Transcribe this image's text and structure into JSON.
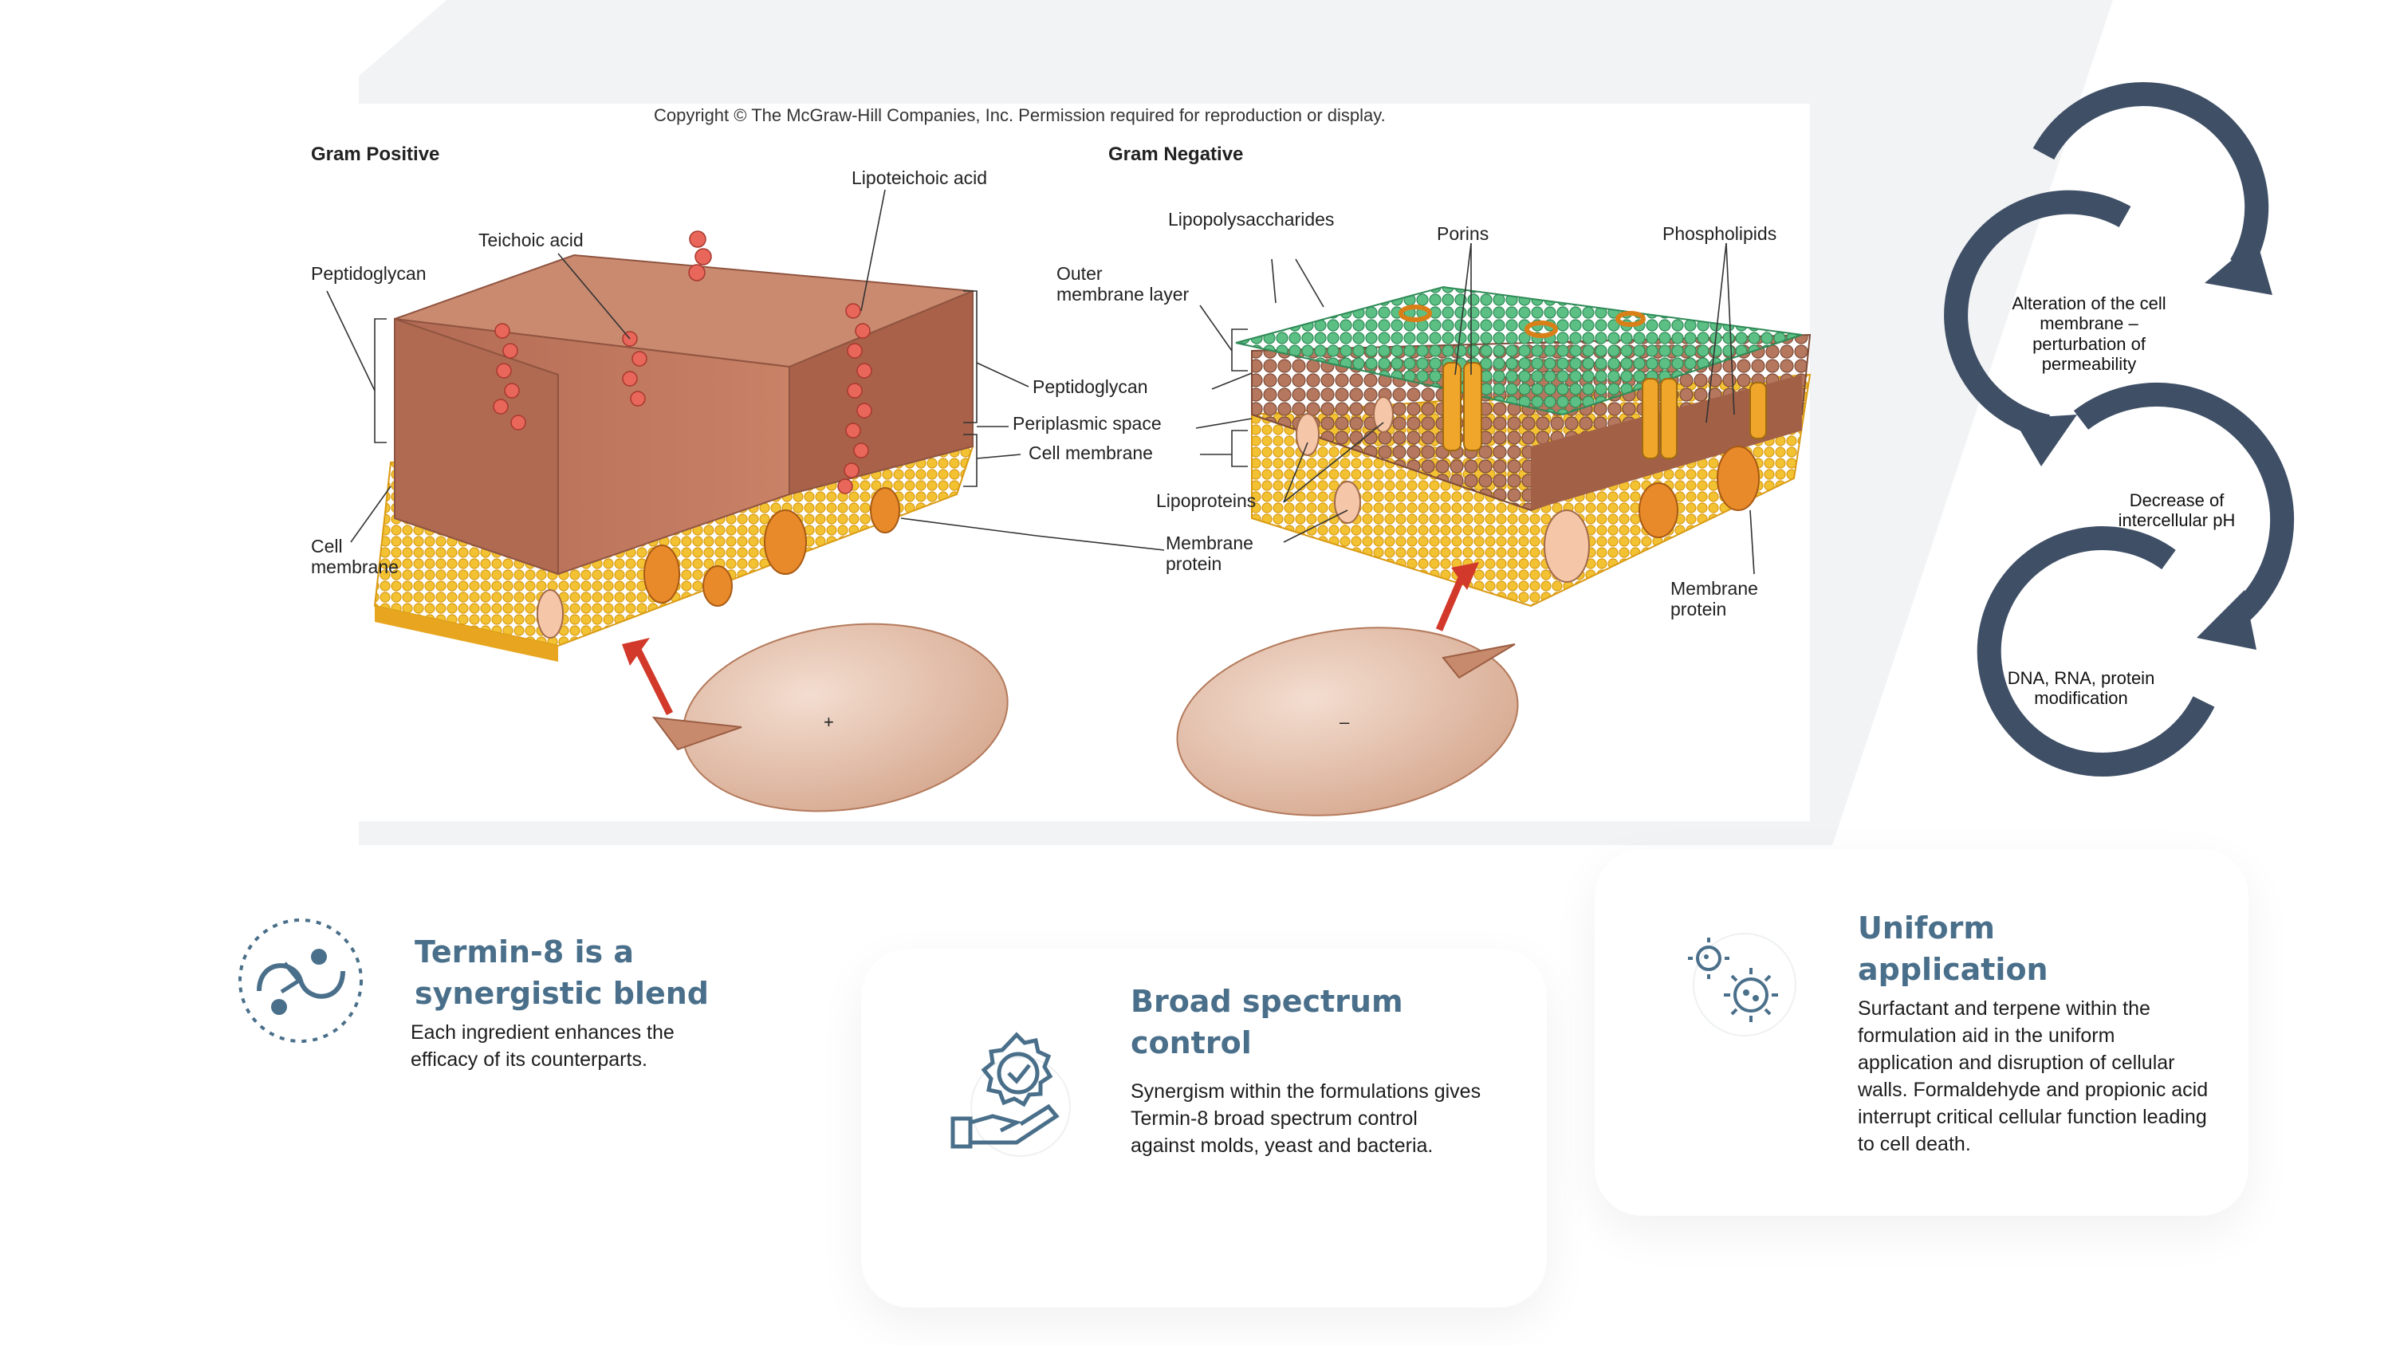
{
  "diagram": {
    "copyright": "Copyright © The McGraw-Hill Companies, Inc. Permission required for reproduction or display.",
    "gram_positive": {
      "heading": "Gram Positive",
      "labels": {
        "lipoteichoic": "Lipoteichoic acid",
        "teichoic": "Teichoic acid",
        "peptidoglycan": "Peptidoglycan",
        "cell_membrane": "Cell\nmembrane"
      },
      "cell_sign": "+"
    },
    "gram_negative": {
      "heading": "Gram Negative",
      "labels": {
        "lps": "Lipopolysaccharides",
        "porins": "Porins",
        "phospholipids": "Phospholipids",
        "outer_membrane": "Outer\nmembrane layer",
        "peptidoglycan": "Peptidoglycan",
        "periplasmic": "Periplasmic space",
        "cell_membrane": "Cell membrane",
        "lipoproteins": "Lipoproteins",
        "membrane_protein_mid": "Membrane\nprotein",
        "membrane_protein_right": "Membrane\nprotein"
      },
      "cell_sign": "–"
    }
  },
  "cycle": {
    "color": "#3f4f66",
    "steps": [
      "Alteration of the cell membrane – perturbation of permeability",
      "Decrease of intercellular pH",
      "DNA, RNA, protein modification"
    ]
  },
  "features": [
    {
      "icon": "synergy-arrows-icon",
      "title": "Termin-8 is a synergistic blend",
      "body": "Each ingredient enhances the efficacy of its counterparts."
    },
    {
      "icon": "badge-check-hand-icon",
      "title": "Broad spectrum control",
      "body": "Synergism within the formulations gives Termin-8 broad spectrum control against molds, yeast and bacteria."
    },
    {
      "icon": "virus-cells-icon",
      "title": "Uniform application",
      "body": "Surfactant and terpene within the formulation aid in the uniform application and disruption of cellular walls. Formaldehyde and propionic acid interrupt critical cellular function leading to cell death."
    }
  ],
  "colors": {
    "accent": "#4a6f8a",
    "peptidoglycan": "#b06a52",
    "membrane": "#f3c233",
    "outer_membrane": "#3fa36a"
  }
}
